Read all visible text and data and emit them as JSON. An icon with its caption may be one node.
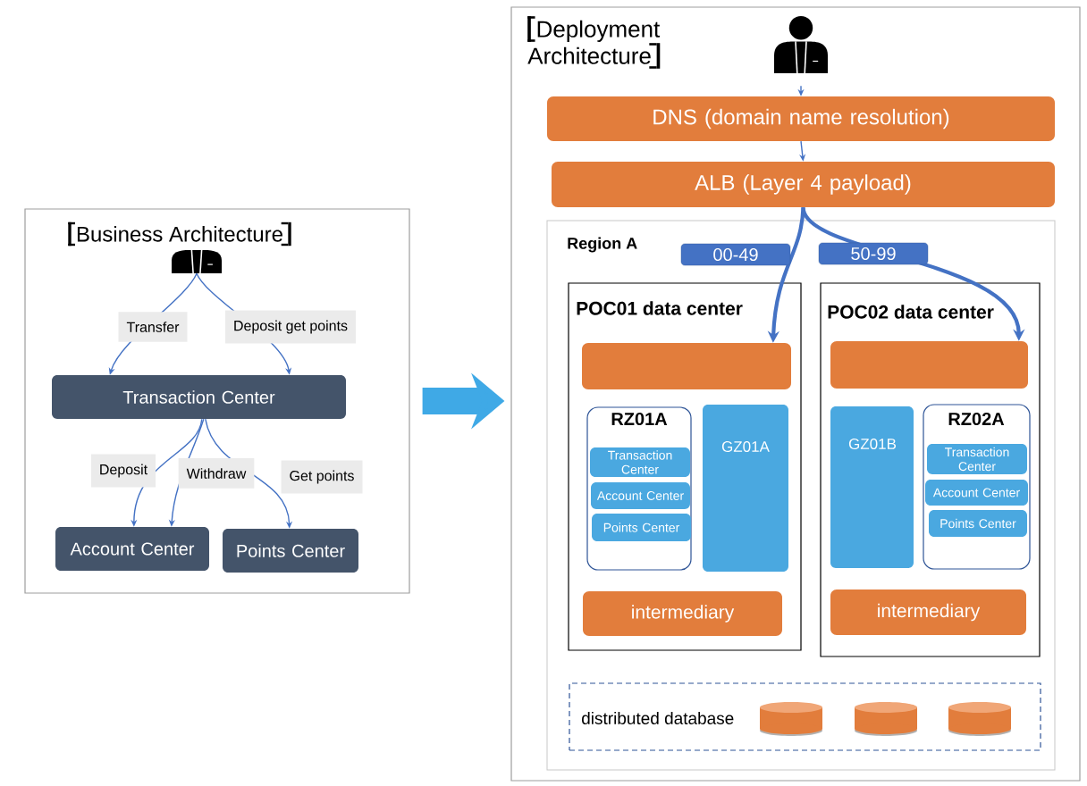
{
  "diagram": {
    "nodes": [
      {
        "text": [
          "Business Architecture"
        ]
      },
      {
        "text": [],
        "shape": "person",
        "in": 0
      },
      {
        "text": [
          "Transaction Center"
        ],
        "in": 0
      },
      {
        "text": [
          "Account Center"
        ],
        "in": 0
      },
      {
        "text": [
          "Points Center"
        ],
        "in": 0
      },
      {
        "text": [
          "Deployment Architecture"
        ]
      },
      {
        "text": [],
        "shape": "person",
        "in": 5
      },
      {
        "text": [
          "DNS (domain name resolution)"
        ],
        "in": 5
      },
      {
        "text": [
          "ALB (Layer 4 payload)"
        ],
        "in": 5
      },
      {
        "text": [
          "Region A"
        ],
        "in": 5
      },
      {
        "text": [
          "POC01 data center"
        ],
        "in": 9
      },
      {
        "text": [],
        "shape": "box",
        "in": 10
      },
      {
        "text": [
          "RZ01A"
        ],
        "in": 10
      },
      {
        "text": [
          "Transaction Center"
        ],
        "in": 12
      },
      {
        "text": [
          "Account Center"
        ],
        "in": 12
      },
      {
        "text": [
          "Points Center"
        ],
        "in": 12
      },
      {
        "text": [
          "GZ01A"
        ],
        "in": 10
      },
      {
        "text": [
          "intermediary"
        ],
        "in": 10
      },
      {
        "text": [
          "POC02 data center"
        ],
        "in": 9
      },
      {
        "text": [],
        "shape": "box",
        "in": 18
      },
      {
        "text": [
          "GZ01B"
        ],
        "in": 18
      },
      {
        "text": [
          "RZ02A"
        ],
        "in": 18
      },
      {
        "text": [
          "Transaction Center"
        ],
        "in": 21
      },
      {
        "text": [
          "Account Center"
        ],
        "in": 21
      },
      {
        "text": [
          "Points Center"
        ],
        "in": 21
      },
      {
        "text": [
          "intermediary"
        ],
        "in": 18
      },
      {
        "text": [
          "distributed database"
        ],
        "in": 9
      },
      {
        "text": [],
        "shape": "cylinder",
        "in": 26
      },
      {
        "text": [],
        "shape": "cylinder",
        "in": 26
      },
      {
        "text": [],
        "shape": "cylinder",
        "in": 26
      }
    ],
    "edges": [
      {
        "from": 1,
        "to": 2,
        "arrow": "to",
        "label": "Transfer"
      },
      {
        "from": 1,
        "to": 2,
        "arrow": "to",
        "label": "Deposit get points"
      },
      {
        "from": 2,
        "to": 3,
        "arrow": "to",
        "label": "Deposit"
      },
      {
        "from": 2,
        "to": 3,
        "arrow": "to",
        "label": "Withdraw"
      },
      {
        "from": 2,
        "to": 4,
        "arrow": "to",
        "label": "Get points"
      },
      {
        "from": 0,
        "to": 5,
        "arrow": "to",
        "style": "thick",
        "color": "#3fa9e6"
      },
      {
        "from": 6,
        "to": 7,
        "arrow": "to"
      },
      {
        "from": 7,
        "to": 8,
        "arrow": "to"
      },
      {
        "from": 8,
        "to": 11,
        "arrow": "to",
        "label": "00-49",
        "style": "thick"
      },
      {
        "from": 8,
        "to": 19,
        "arrow": "to",
        "label": "50-99",
        "style": "thick"
      }
    ]
  }
}
